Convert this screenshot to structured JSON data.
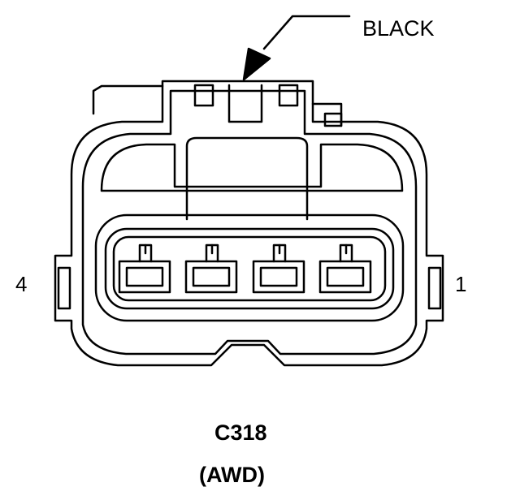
{
  "diagram": {
    "color_label": "BLACK",
    "pin_left": "4",
    "pin_right": "1",
    "connector_id": "C318",
    "variant": "(AWD)",
    "terminals": [
      "t1",
      "t2",
      "t3",
      "t4"
    ]
  },
  "colors": {
    "line": "#000000",
    "background": "#ffffff"
  }
}
